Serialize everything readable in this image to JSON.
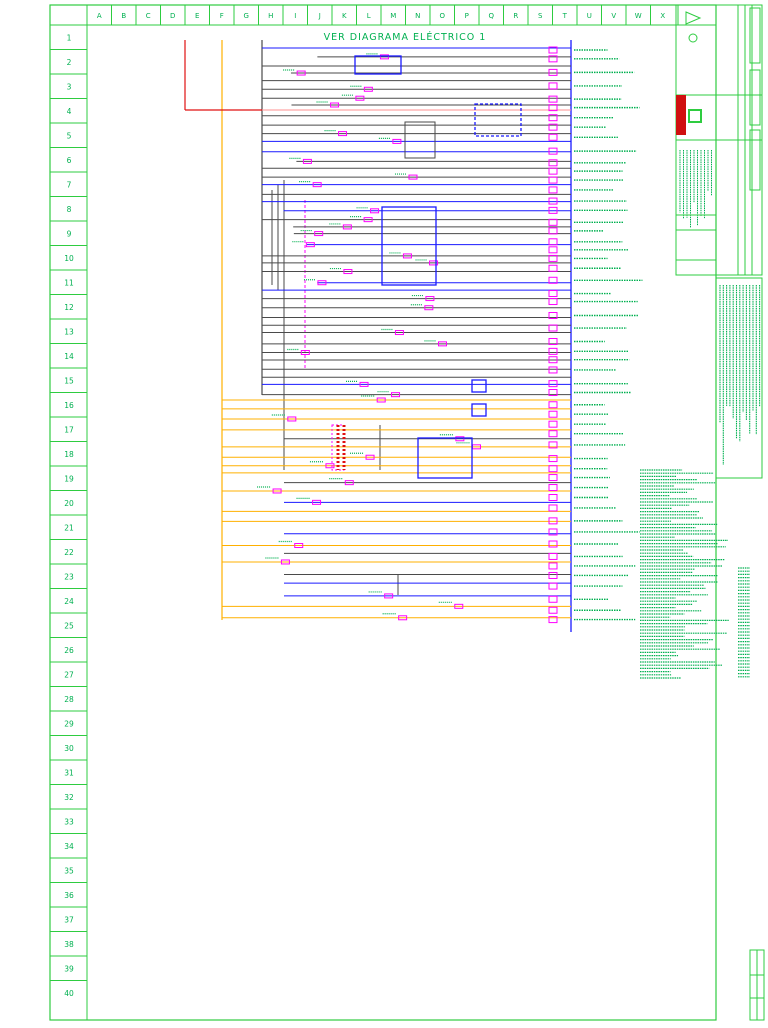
{
  "title": "VER DIAGRAMA ELÉCTRICO 1",
  "columns": [
    "A",
    "B",
    "C",
    "D",
    "E",
    "F",
    "G",
    "H",
    "I",
    "J",
    "K",
    "L",
    "M",
    "N",
    "O",
    "P",
    "Q",
    "R",
    "S",
    "T",
    "U",
    "V",
    "W",
    "X"
  ],
  "rows": [
    "1",
    "2",
    "3",
    "4",
    "5",
    "6",
    "7",
    "8",
    "9",
    "10",
    "11",
    "12",
    "13",
    "14",
    "15",
    "16",
    "17",
    "18",
    "19",
    "20",
    "21",
    "22",
    "23",
    "24",
    "25",
    "26",
    "27",
    "28",
    "29",
    "30",
    "31",
    "32",
    "33",
    "34",
    "35",
    "36",
    "37",
    "38",
    "39",
    "40"
  ],
  "colors": {
    "frame": "#2ecc40",
    "bus": "#1a1aff",
    "wire_gray": "#4a4a4a",
    "wire_orange": "#ffb000",
    "wire_red": "#e01010",
    "connector": "#ff00ff",
    "label": "#00b050"
  }
}
